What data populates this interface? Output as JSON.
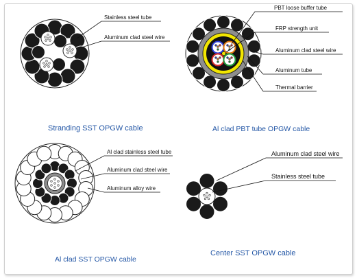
{
  "diagrams": {
    "stranding": {
      "caption": "Stranding SST OPGW cable",
      "labels": [
        "Stainless steel tube",
        "Aluminum clad steel wire"
      ]
    },
    "pbt": {
      "caption": "Al clad PBT tube OPGW cable",
      "labels": [
        "PBT loose buffer tube",
        "FRP strength unit",
        "Aluminum clad steel wire",
        "Aluminum  tube",
        "Thermal barrier"
      ]
    },
    "al_clad_sst": {
      "caption": "Al clad SST OPGW cable",
      "labels": [
        "Al clad stainless steel tube",
        "Aluminum clad steel wire",
        "Aluminum alloy wire"
      ]
    },
    "center_sst": {
      "caption": "Center SST OPGW cable",
      "labels": [
        "Aluminum clad steel wire",
        "Stainless steel tube"
      ]
    }
  },
  "colors": {
    "wire": "#1a1a1a",
    "caption": "#2457a6",
    "yellow_tube": "#f2e600",
    "fiber_blue": "#2b3fd6",
    "fiber_red": "#d62b2b",
    "fiber_green": "#1f9a3a",
    "fiber_orange": "#e07a12",
    "fill_gray": "#8e8e8e"
  }
}
